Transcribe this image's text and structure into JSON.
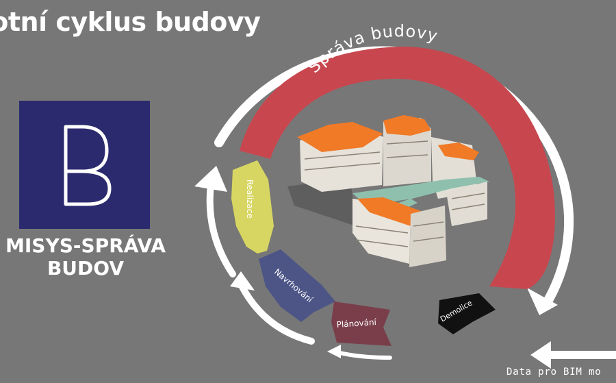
{
  "title": "votní cyklus budovy",
  "logo": {
    "line1": "MISYS-SPRÁVA",
    "line2": "BUDOV",
    "bg_color": "#2b2a6e"
  },
  "stages": [
    {
      "label": "Správa budovy",
      "color": "#c8474f"
    },
    {
      "label": "Realizace",
      "color": "#d7d662"
    },
    {
      "label": "Navrhování",
      "color": "#4c5586"
    },
    {
      "label": "Plánování",
      "color": "#7a3e4a"
    },
    {
      "label": "Demolice",
      "color": "#111111"
    }
  ],
  "footer": {
    "text": "Data pro BIM mo"
  },
  "colors": {
    "background": "#777777",
    "arrow": "#ffffff",
    "roof": "#f07a26",
    "wall": "#e6e2da",
    "green_roof": "#8fc0ae"
  }
}
